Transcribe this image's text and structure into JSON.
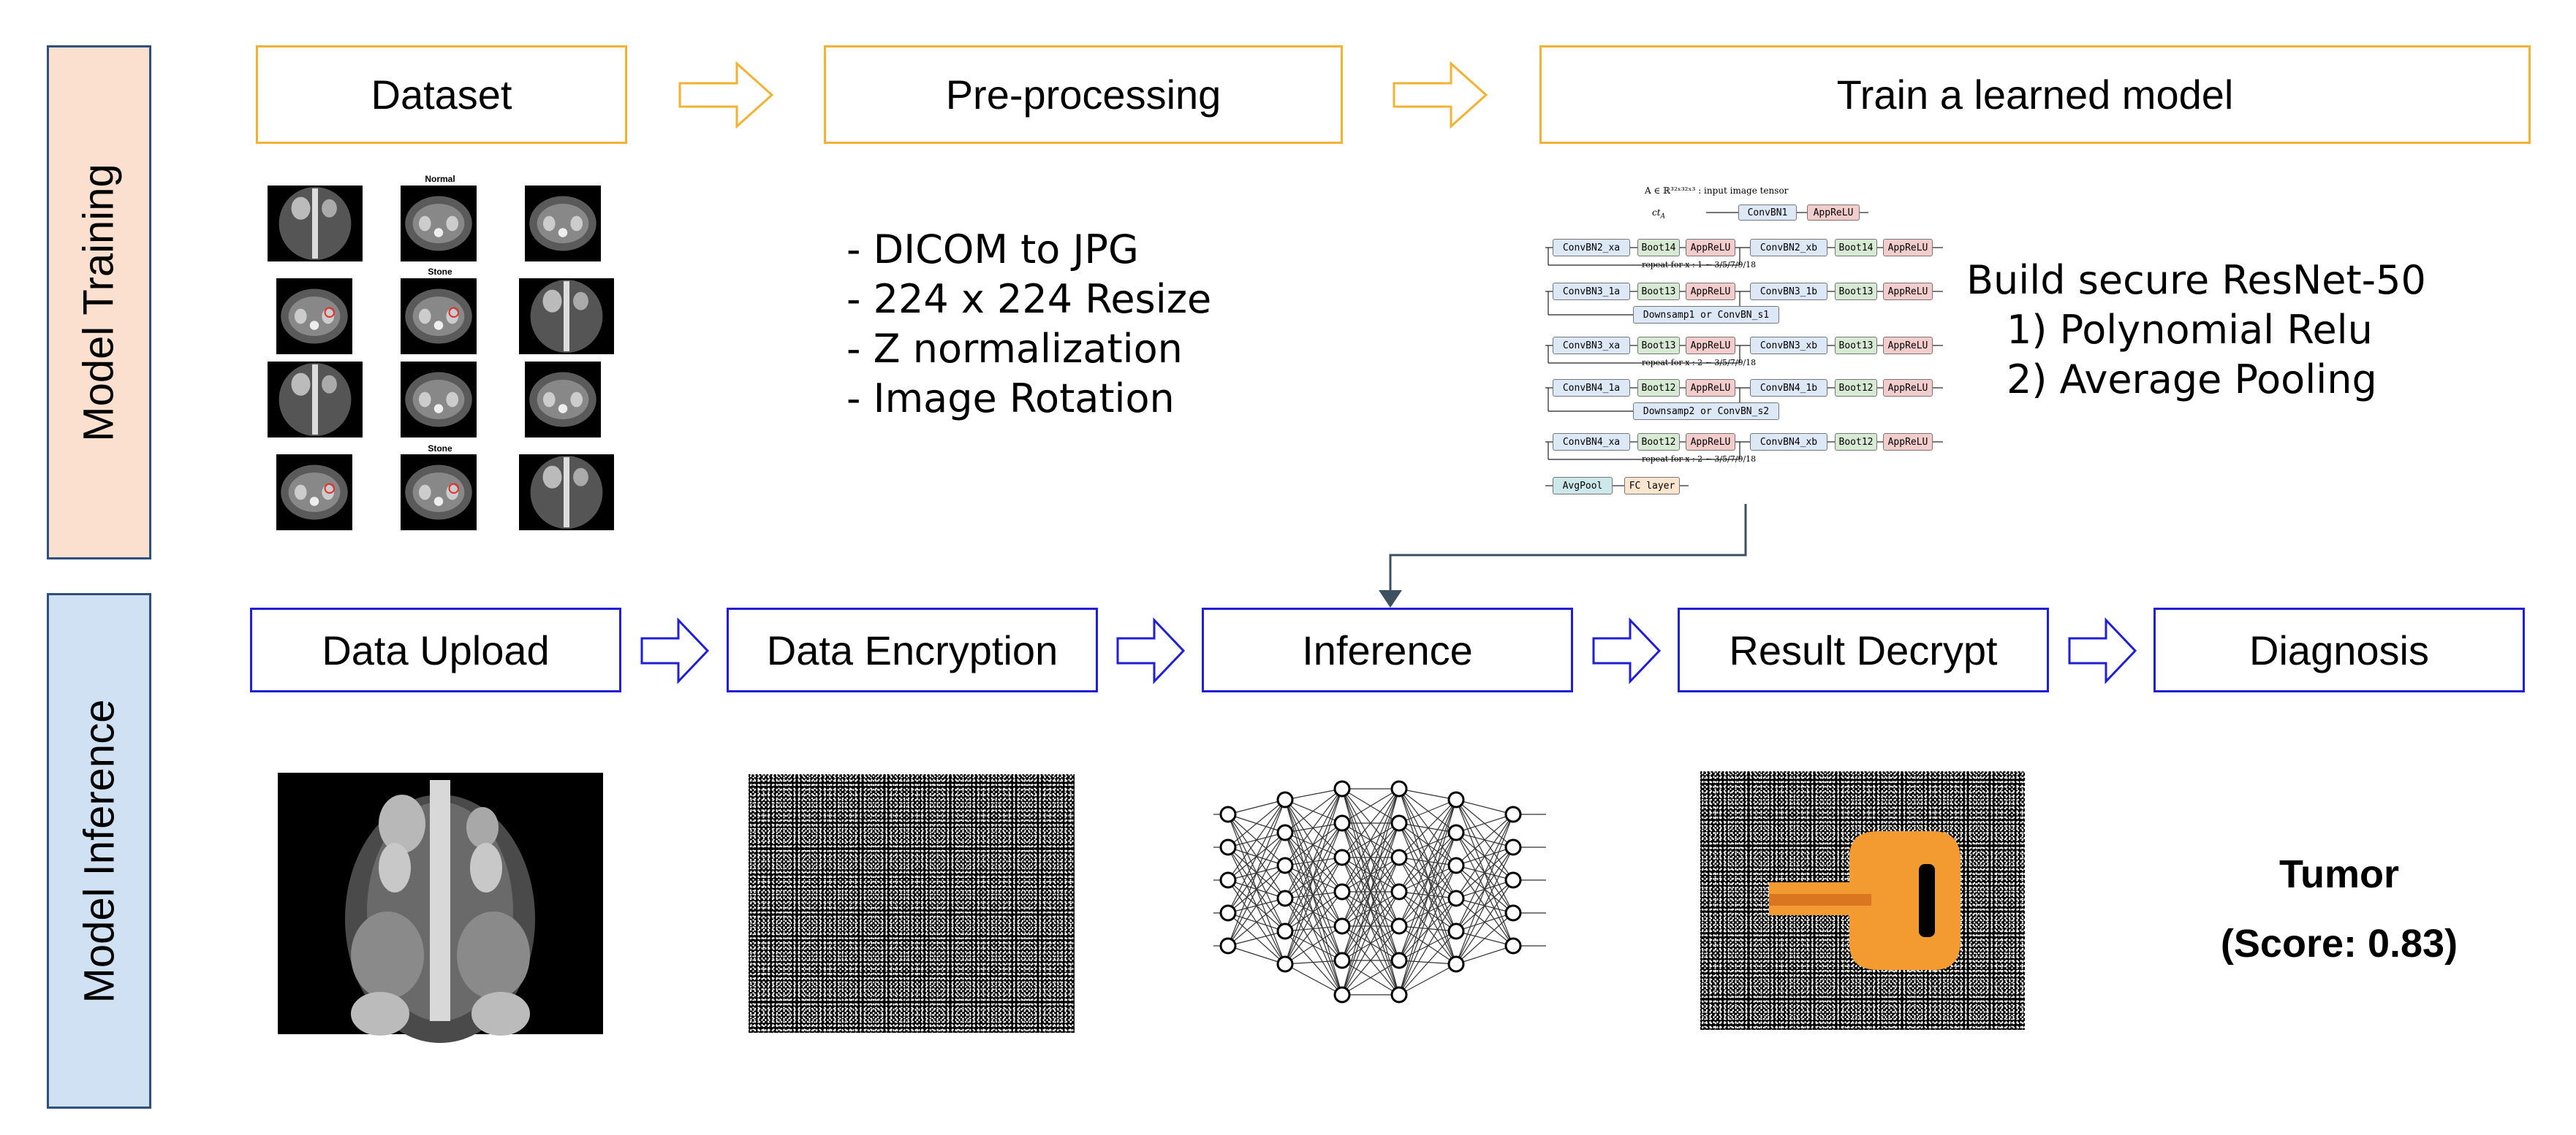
{
  "sections": {
    "training": "Model Training",
    "inference": "Model Inference"
  },
  "training_flow": {
    "dataset": "Dataset",
    "preprocessing": "Pre-processing",
    "train": "Train a learned model"
  },
  "dataset_thumbs": {
    "normal_label": "Normal",
    "stone_label": "Stone",
    "stone_label_2": "Stone"
  },
  "preprocessing_steps": [
    "- DICOM to JPG",
    "- 224 x 224 Resize",
    "- Z normalization",
    "- Image Rotation"
  ],
  "model_desc": {
    "title": "Build secure ResNet-50",
    "item1": "1)  Polynomial Relu",
    "item2": "2) Average Pooling"
  },
  "resnet": {
    "input_line": "A ∈ ℝ³²ˣ³²ˣ³ : input image tensor",
    "ct_label": "ct",
    "ct_sub": "A",
    "convbn1": "ConvBN1",
    "apprelu": "AppReLU",
    "convbn2_xa": "ConvBN2_xa",
    "convbn2_xb": "ConvBN2_xb",
    "convbn3_1a": "ConvBN3_1a",
    "convbn3_1b": "ConvBN3_1b",
    "convbn3_xa": "ConvBN3_xa",
    "convbn3_xb": "ConvBN3_xb",
    "convbn4_1a": "ConvBN4_1a",
    "convbn4_1b": "ConvBN4_1b",
    "convbn4_xa": "ConvBN4_xa",
    "convbn4_xb": "ConvBN4_xb",
    "boot14": "Boot14",
    "boot13": "Boot13",
    "boot12": "Boot12",
    "downsamp1": "Downsamp1 or ConvBN_s1",
    "downsamp2": "Downsamp2 or ConvBN_s2",
    "repeat1": "repeat for x : 1 ∼ 3/5/7/9/18",
    "repeat2": "repeat for x : 2 ∼ 3/5/7/9/18",
    "repeat3": "repeat for x : 2 ∼ 3/5/7/9/18",
    "avgpool": "AvgPool",
    "fc": "FC layer"
  },
  "inference_flow": {
    "upload": "Data Upload",
    "encrypt": "Data Encryption",
    "inference": "Inference",
    "decrypt": "Result Decrypt",
    "diagnosis": "Diagnosis"
  },
  "result": {
    "label": "Tumor",
    "score": "(Score: 0.83)"
  },
  "colors": {
    "training_box_border": "#f2b233",
    "inference_box_border": "#1f1fd6",
    "training_side_fill": "#fbe0cf",
    "inference_side_fill": "#cfe1f3",
    "key_color": "#f39a30"
  }
}
